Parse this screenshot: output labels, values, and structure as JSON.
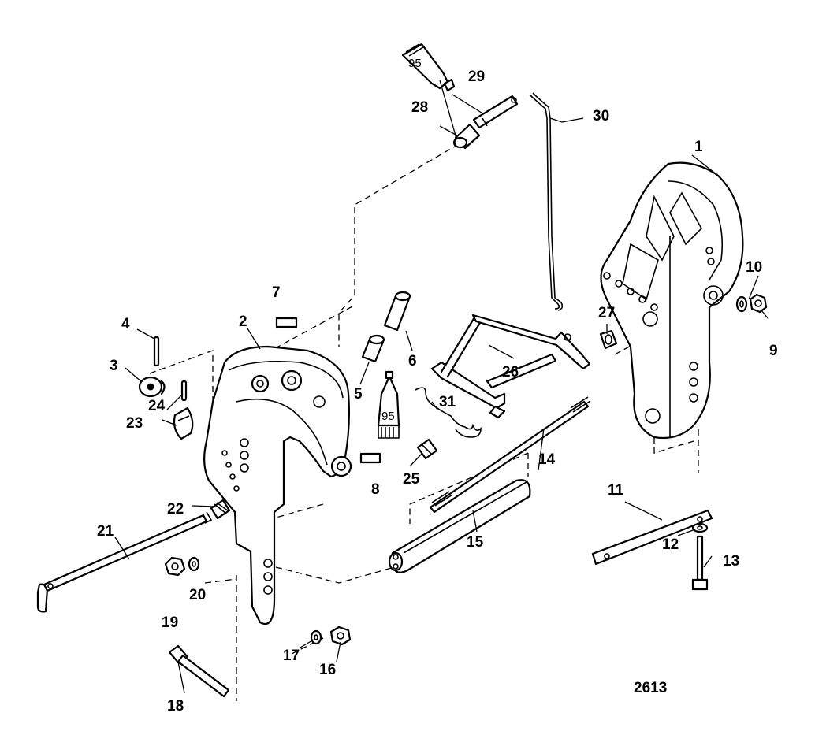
{
  "callouts": {
    "c1": "1",
    "c2": "2",
    "c3": "3",
    "c4": "4",
    "c5": "5",
    "c6": "6",
    "c7": "7",
    "c8": "8",
    "c9": "9",
    "c10": "10",
    "c11": "11",
    "c12": "12",
    "c13": "13",
    "c14": "14",
    "c15": "15",
    "c16": "16",
    "c17": "17",
    "c18": "18",
    "c19": "19",
    "c20": "20",
    "c21": "21",
    "c22": "22",
    "c23": "23",
    "c24": "24",
    "c25": "25",
    "c26": "26",
    "c27": "27",
    "c28": "28",
    "c29": "29",
    "c30": "30",
    "c31": "31"
  },
  "lubricant_tubes": {
    "upper": "95",
    "lower": "95"
  },
  "drawing_number": "2613"
}
